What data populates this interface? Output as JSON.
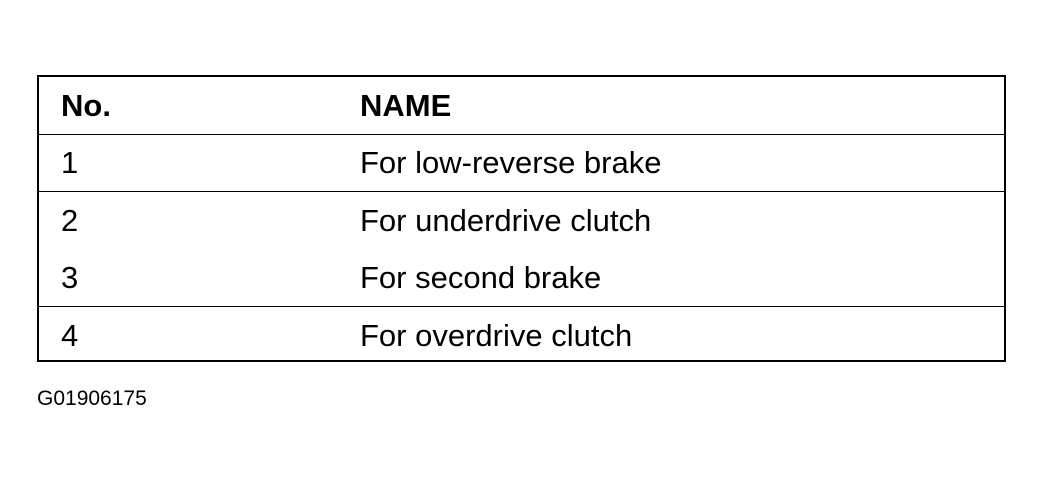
{
  "table": {
    "header": {
      "no": "No.",
      "name": "NAME"
    },
    "rows": [
      {
        "no": "1",
        "name": "For low-reverse brake"
      },
      {
        "no": "2",
        "name": "For underdrive clutch"
      },
      {
        "no": "3",
        "name": "For second brake"
      },
      {
        "no": "4",
        "name": "For overdrive clutch"
      }
    ]
  },
  "figure_id": "G01906175"
}
